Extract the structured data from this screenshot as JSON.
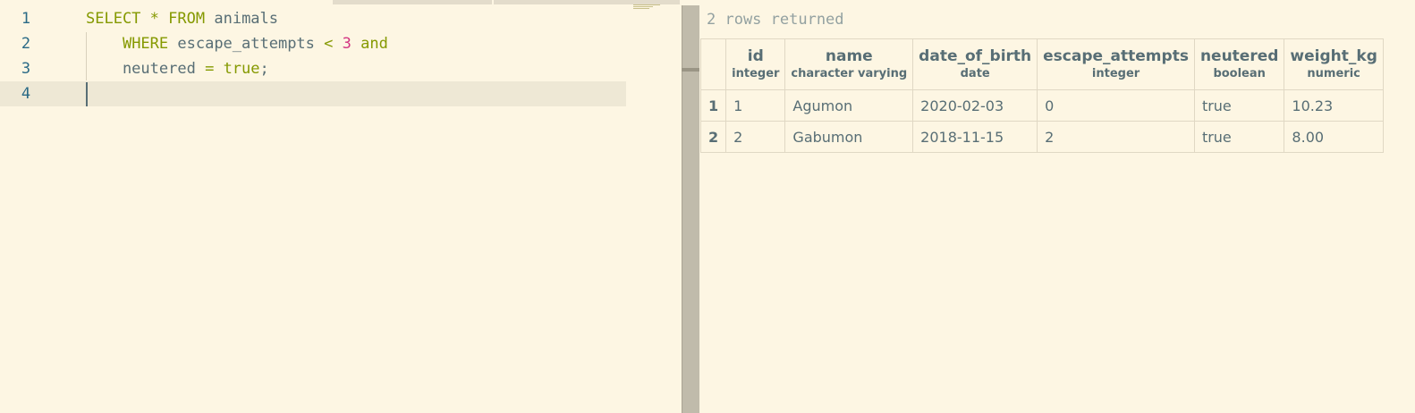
{
  "editor": {
    "lines": [
      {
        "number": "1",
        "tokens": [
          {
            "text": "SELECT",
            "cls": "kw"
          },
          {
            "text": " ",
            "cls": ""
          },
          {
            "text": "*",
            "cls": "op"
          },
          {
            "text": " ",
            "cls": ""
          },
          {
            "text": "FROM",
            "cls": "kw"
          },
          {
            "text": " animals",
            "cls": ""
          }
        ]
      },
      {
        "number": "2",
        "tokens": [
          {
            "text": "    ",
            "cls": ""
          },
          {
            "text": "WHERE",
            "cls": "kw"
          },
          {
            "text": " escape_attempts ",
            "cls": ""
          },
          {
            "text": "<",
            "cls": "op"
          },
          {
            "text": " ",
            "cls": ""
          },
          {
            "text": "3",
            "cls": "num"
          },
          {
            "text": " ",
            "cls": ""
          },
          {
            "text": "and",
            "cls": "kw"
          }
        ]
      },
      {
        "number": "3",
        "tokens": [
          {
            "text": "    neutered ",
            "cls": ""
          },
          {
            "text": "=",
            "cls": "op"
          },
          {
            "text": " ",
            "cls": ""
          },
          {
            "text": "true",
            "cls": "kw"
          },
          {
            "text": ";",
            "cls": ""
          }
        ]
      },
      {
        "number": "4",
        "tokens": []
      }
    ]
  },
  "results": {
    "status": "2 rows returned",
    "columns": [
      {
        "name": "id",
        "type": "integer"
      },
      {
        "name": "name",
        "type": "character varying"
      },
      {
        "name": "date_of_birth",
        "type": "date"
      },
      {
        "name": "escape_attempts",
        "type": "integer"
      },
      {
        "name": "neutered",
        "type": "boolean"
      },
      {
        "name": "weight_kg",
        "type": "numeric"
      }
    ],
    "rows": [
      {
        "num": "1",
        "cells": [
          "1",
          "Agumon",
          "2020-02-03",
          "0",
          "true",
          "10.23"
        ]
      },
      {
        "num": "2",
        "cells": [
          "2",
          "Gabumon",
          "2018-11-15",
          "2",
          "true",
          "8.00"
        ]
      }
    ]
  },
  "colors": {
    "background": "#fdf6e3",
    "keyword": "#859900",
    "number": "#d33682",
    "text": "#586e75",
    "line_number": "#2a6a86"
  }
}
